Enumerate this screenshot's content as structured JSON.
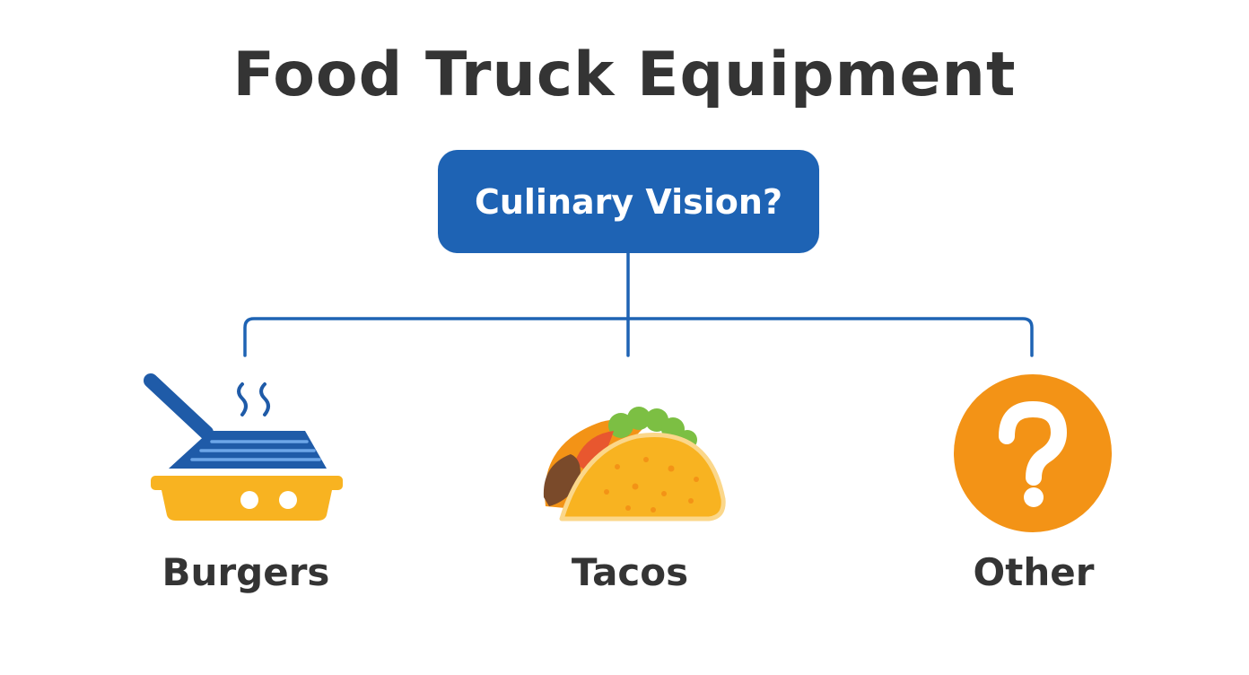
{
  "title": "Food Truck Equipment",
  "root": {
    "label": "Culinary Vision?"
  },
  "options": [
    {
      "label": "Burgers",
      "icon": "griddle-icon"
    },
    {
      "label": "Tacos",
      "icon": "taco-icon"
    },
    {
      "label": "Other",
      "icon": "question-mark-icon"
    }
  ],
  "colors": {
    "title_text": "#343434",
    "root_fill": "#1e63b4",
    "connector": "#1e63b4",
    "icon_blue": "#1f5ba8",
    "icon_orange": "#f39316",
    "icon_yellow": "#f8b321",
    "taco_brown": "#7a4a2a",
    "taco_green": "#7cbf43",
    "taco_red": "#e8572f",
    "label_text": "#343434"
  }
}
